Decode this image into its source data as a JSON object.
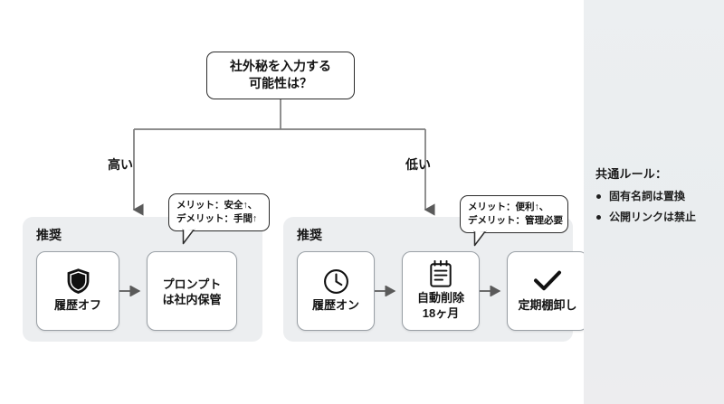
{
  "diagram": {
    "root": {
      "lines": [
        "社外秘を入力する",
        "可能性は？"
      ]
    },
    "branches": [
      {
        "label": "高い"
      },
      {
        "label": "低い"
      }
    ],
    "panels": [
      {
        "title": "推奨",
        "nodes": [
          {
            "icon": "shield-icon",
            "label": "履歴オフ"
          },
          {
            "icon": "none",
            "label_lines": [
              "プロンプト",
              "は社内保管"
            ]
          }
        ],
        "callout": {
          "lines": [
            "メリット：安全↑、",
            "デメリット：手間↑"
          ]
        }
      },
      {
        "title": "推奨",
        "nodes": [
          {
            "icon": "clock-icon",
            "label": "履歴オン"
          },
          {
            "icon": "notepad-icon",
            "label_lines": [
              "自動削除",
              "18ヶ月"
            ]
          },
          {
            "icon": "check-icon",
            "label": "定期棚卸し"
          }
        ],
        "callout": {
          "lines": [
            "メリット：便利↑、",
            "デメリット：管理必要"
          ]
        }
      }
    ]
  },
  "sidebar": {
    "title": "共通ルール：",
    "items": [
      "固有名詞は置換",
      "公開リンクは禁止"
    ]
  },
  "colors": {
    "background": "#ffffff",
    "sidebar_background": "#ebeef0",
    "panel_background": "#eceef0",
    "node_border": "#9aa0a6",
    "outline": "#2b2b2b",
    "text": "#141414"
  }
}
